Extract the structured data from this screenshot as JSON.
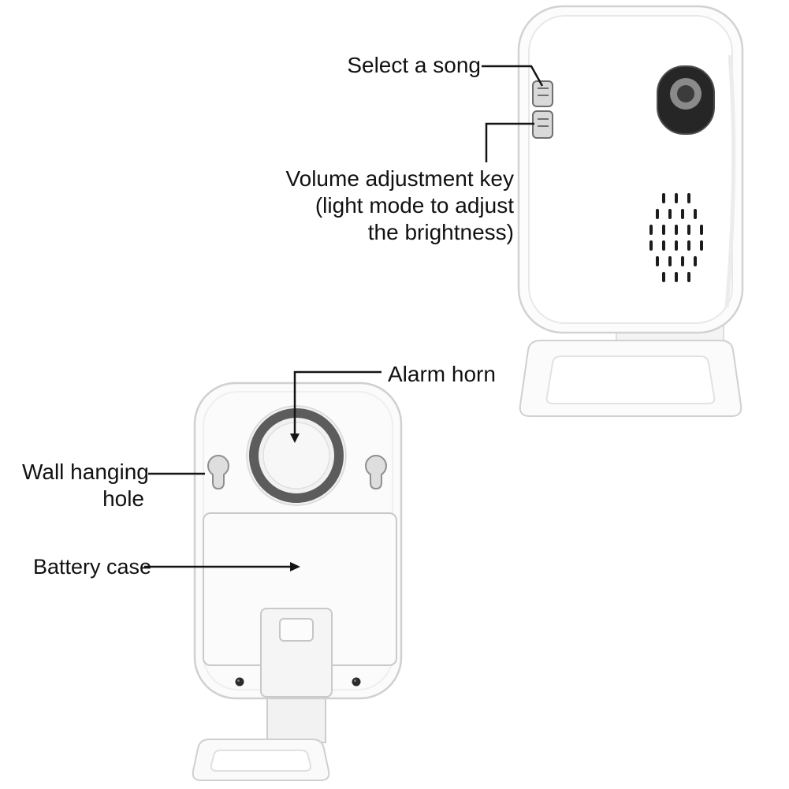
{
  "annotations": {
    "select_song": {
      "label": "Select a song"
    },
    "volume_key": {
      "lines": [
        "Volume adjustment key",
        "(light mode to adjust",
        "the brightness)"
      ]
    },
    "alarm_horn": {
      "label": "Alarm horn"
    },
    "wall_hanging_hole": {
      "lines": [
        "Wall hanging",
        "hole"
      ]
    },
    "battery_case": {
      "label": "Battery case"
    }
  },
  "colors": {
    "background": "#ffffff",
    "label_text": "#111111",
    "annotation_line": "#141414",
    "device_body": "#fbfbfb",
    "device_outline": "#d2d2d2",
    "sensor_window": "#262626",
    "sensor_lens": "#8a8a8a",
    "speaker_holes": "#1c1c1c",
    "horn_ring": "#5c5c5c",
    "side_button": "#d9d9d9",
    "screw": "#2b2b2b"
  }
}
